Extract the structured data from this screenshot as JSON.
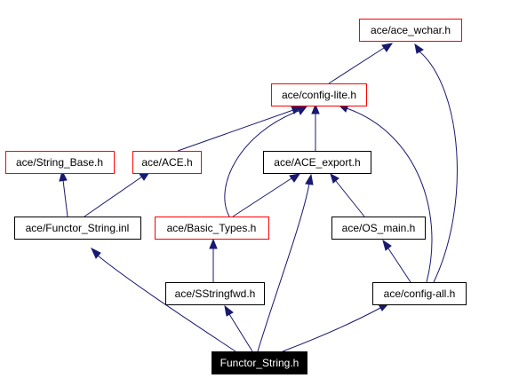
{
  "colors": {
    "edge": "#191970",
    "box_red": "#ff0000",
    "box_black": "#000000",
    "root_fill": "#000000",
    "root_text": "#ffffff"
  },
  "nodes": {
    "ace_wchar": {
      "label": "ace/ace_wchar.h",
      "border": "red"
    },
    "config_lite": {
      "label": "ace/config-lite.h",
      "border": "red"
    },
    "string_base": {
      "label": "ace/String_Base.h",
      "border": "red"
    },
    "ace_h": {
      "label": "ace/ACE.h",
      "border": "red"
    },
    "ace_export": {
      "label": "ace/ACE_export.h",
      "border": "black"
    },
    "functor_string_inl": {
      "label": "ace/Functor_String.inl",
      "border": "black"
    },
    "basic_types": {
      "label": "ace/Basic_Types.h",
      "border": "red"
    },
    "os_main": {
      "label": "ace/OS_main.h",
      "border": "black"
    },
    "sstringfwd": {
      "label": "ace/SStringfwd.h",
      "border": "black"
    },
    "config_all": {
      "label": "ace/config-all.h",
      "border": "black"
    },
    "functor_string_h": {
      "label": "Functor_String.h",
      "border": "root"
    }
  },
  "edges": [
    {
      "from": "functor_string_h",
      "to": "functor_string_inl"
    },
    {
      "from": "functor_string_h",
      "to": "sstringfwd"
    },
    {
      "from": "functor_string_h",
      "to": "ace_export"
    },
    {
      "from": "functor_string_h",
      "to": "config_all"
    },
    {
      "from": "functor_string_inl",
      "to": "string_base"
    },
    {
      "from": "functor_string_inl",
      "to": "ace_h"
    },
    {
      "from": "ace_h",
      "to": "config_lite"
    },
    {
      "from": "ace_export",
      "to": "config_lite"
    },
    {
      "from": "basic_types",
      "to": "config_lite"
    },
    {
      "from": "basic_types",
      "to": "ace_export"
    },
    {
      "from": "sstringfwd",
      "to": "basic_types"
    },
    {
      "from": "os_main",
      "to": "ace_export"
    },
    {
      "from": "config_all",
      "to": "os_main"
    },
    {
      "from": "config_all",
      "to": "config_lite"
    },
    {
      "from": "config_all",
      "to": "ace_wchar"
    },
    {
      "from": "config_lite",
      "to": "ace_wchar"
    }
  ]
}
